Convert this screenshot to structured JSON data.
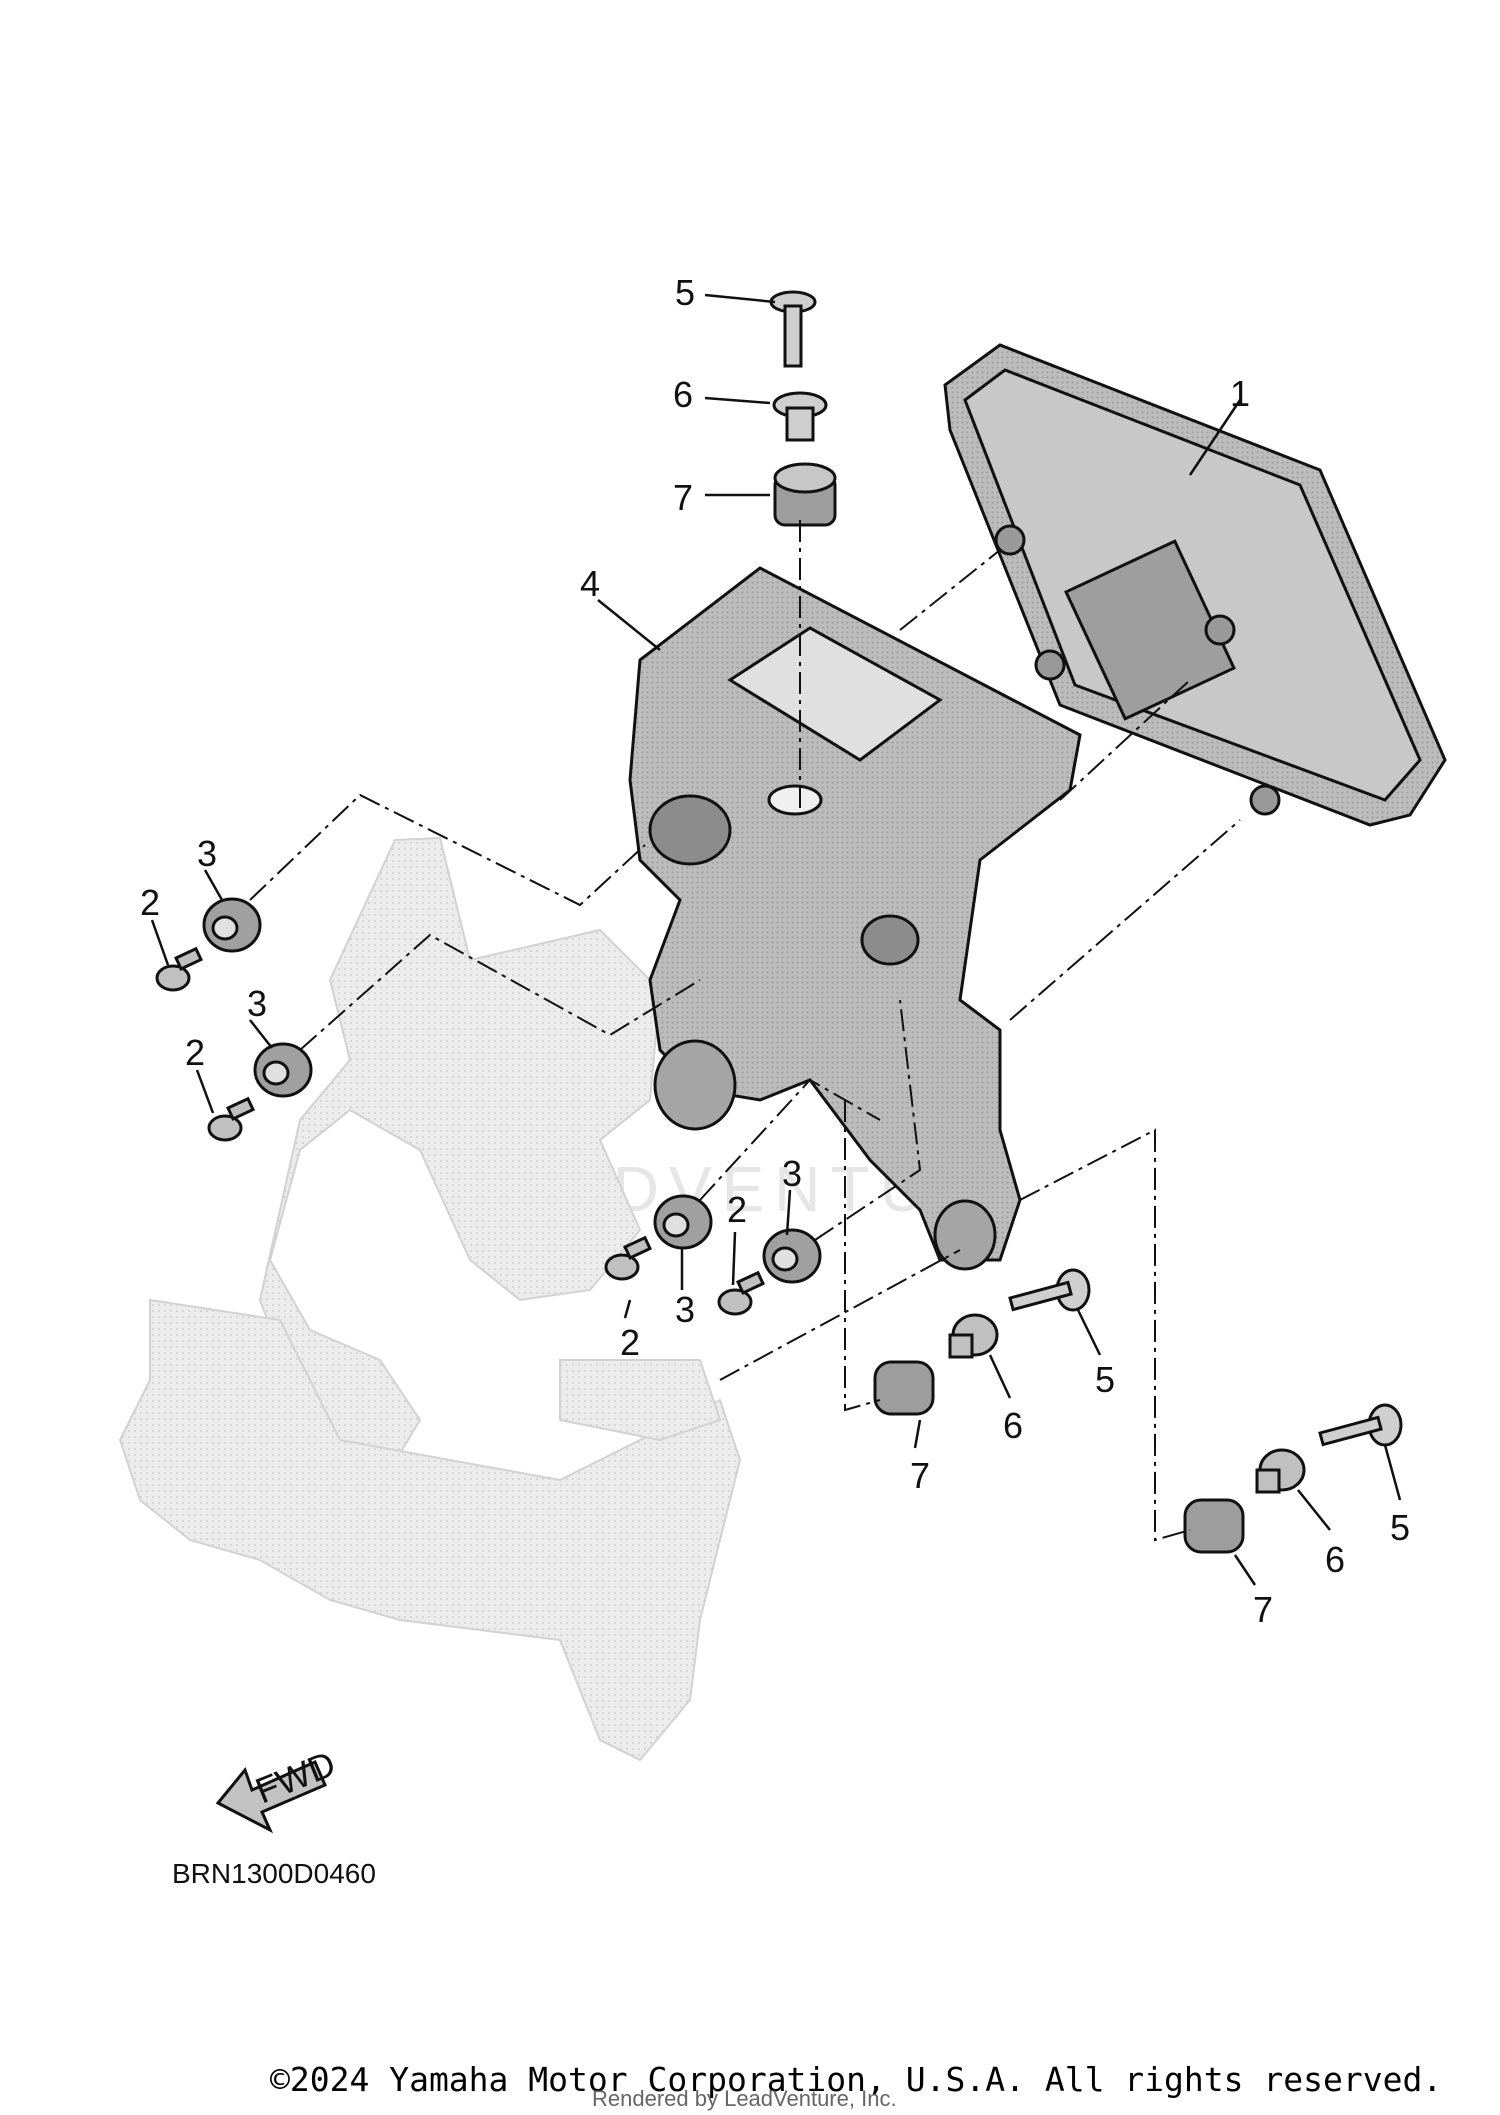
{
  "diagram": {
    "callouts": [
      "1",
      "2",
      "3",
      "4",
      "5",
      "6",
      "7"
    ],
    "code": "BRN1300D0460",
    "fwd_arrow": "FWD",
    "watermark": "ADVENTU"
  },
  "footer": {
    "copyright": "©2024 Yamaha Motor Corporation, U.S.A. All rights reserved.",
    "rendered": "Rendered by LeadVenture, Inc."
  },
  "colors": {
    "line": "#111111",
    "part_fill": "#b5b5b5",
    "background_part": "#e3e3e3"
  }
}
